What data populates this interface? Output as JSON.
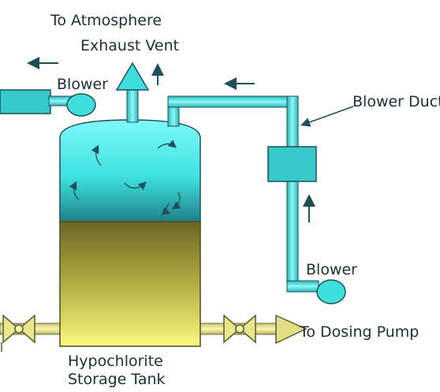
{
  "labels": {
    "to_atmosphere": "To Atmosphere",
    "exhaust_vent": "Exhaust Vent",
    "blower_left": "Blower",
    "blower_duct": "Blower Duct",
    "blower_bottom": "Blower",
    "to_dosing_pump": "To Dosing Pump",
    "tank_line1": "Hypochlorite",
    "tank_line2": "Storage Tank"
  },
  "colors": {
    "cyan": "#3fdede",
    "cyan_dark": "#1b8f95",
    "outline": "#1f4f57",
    "liquid_top": "#6f6a25",
    "liquid_bottom": "#f6f47c",
    "pipe_yellow": "#e8e58a",
    "pipe_outline": "#5c5a2a",
    "arrow": "#1f4f57"
  },
  "icons": [
    "arrow-left-icon",
    "arrow-up-icon",
    "swirl-arrow-icon",
    "valve-icon",
    "blower-icon"
  ]
}
